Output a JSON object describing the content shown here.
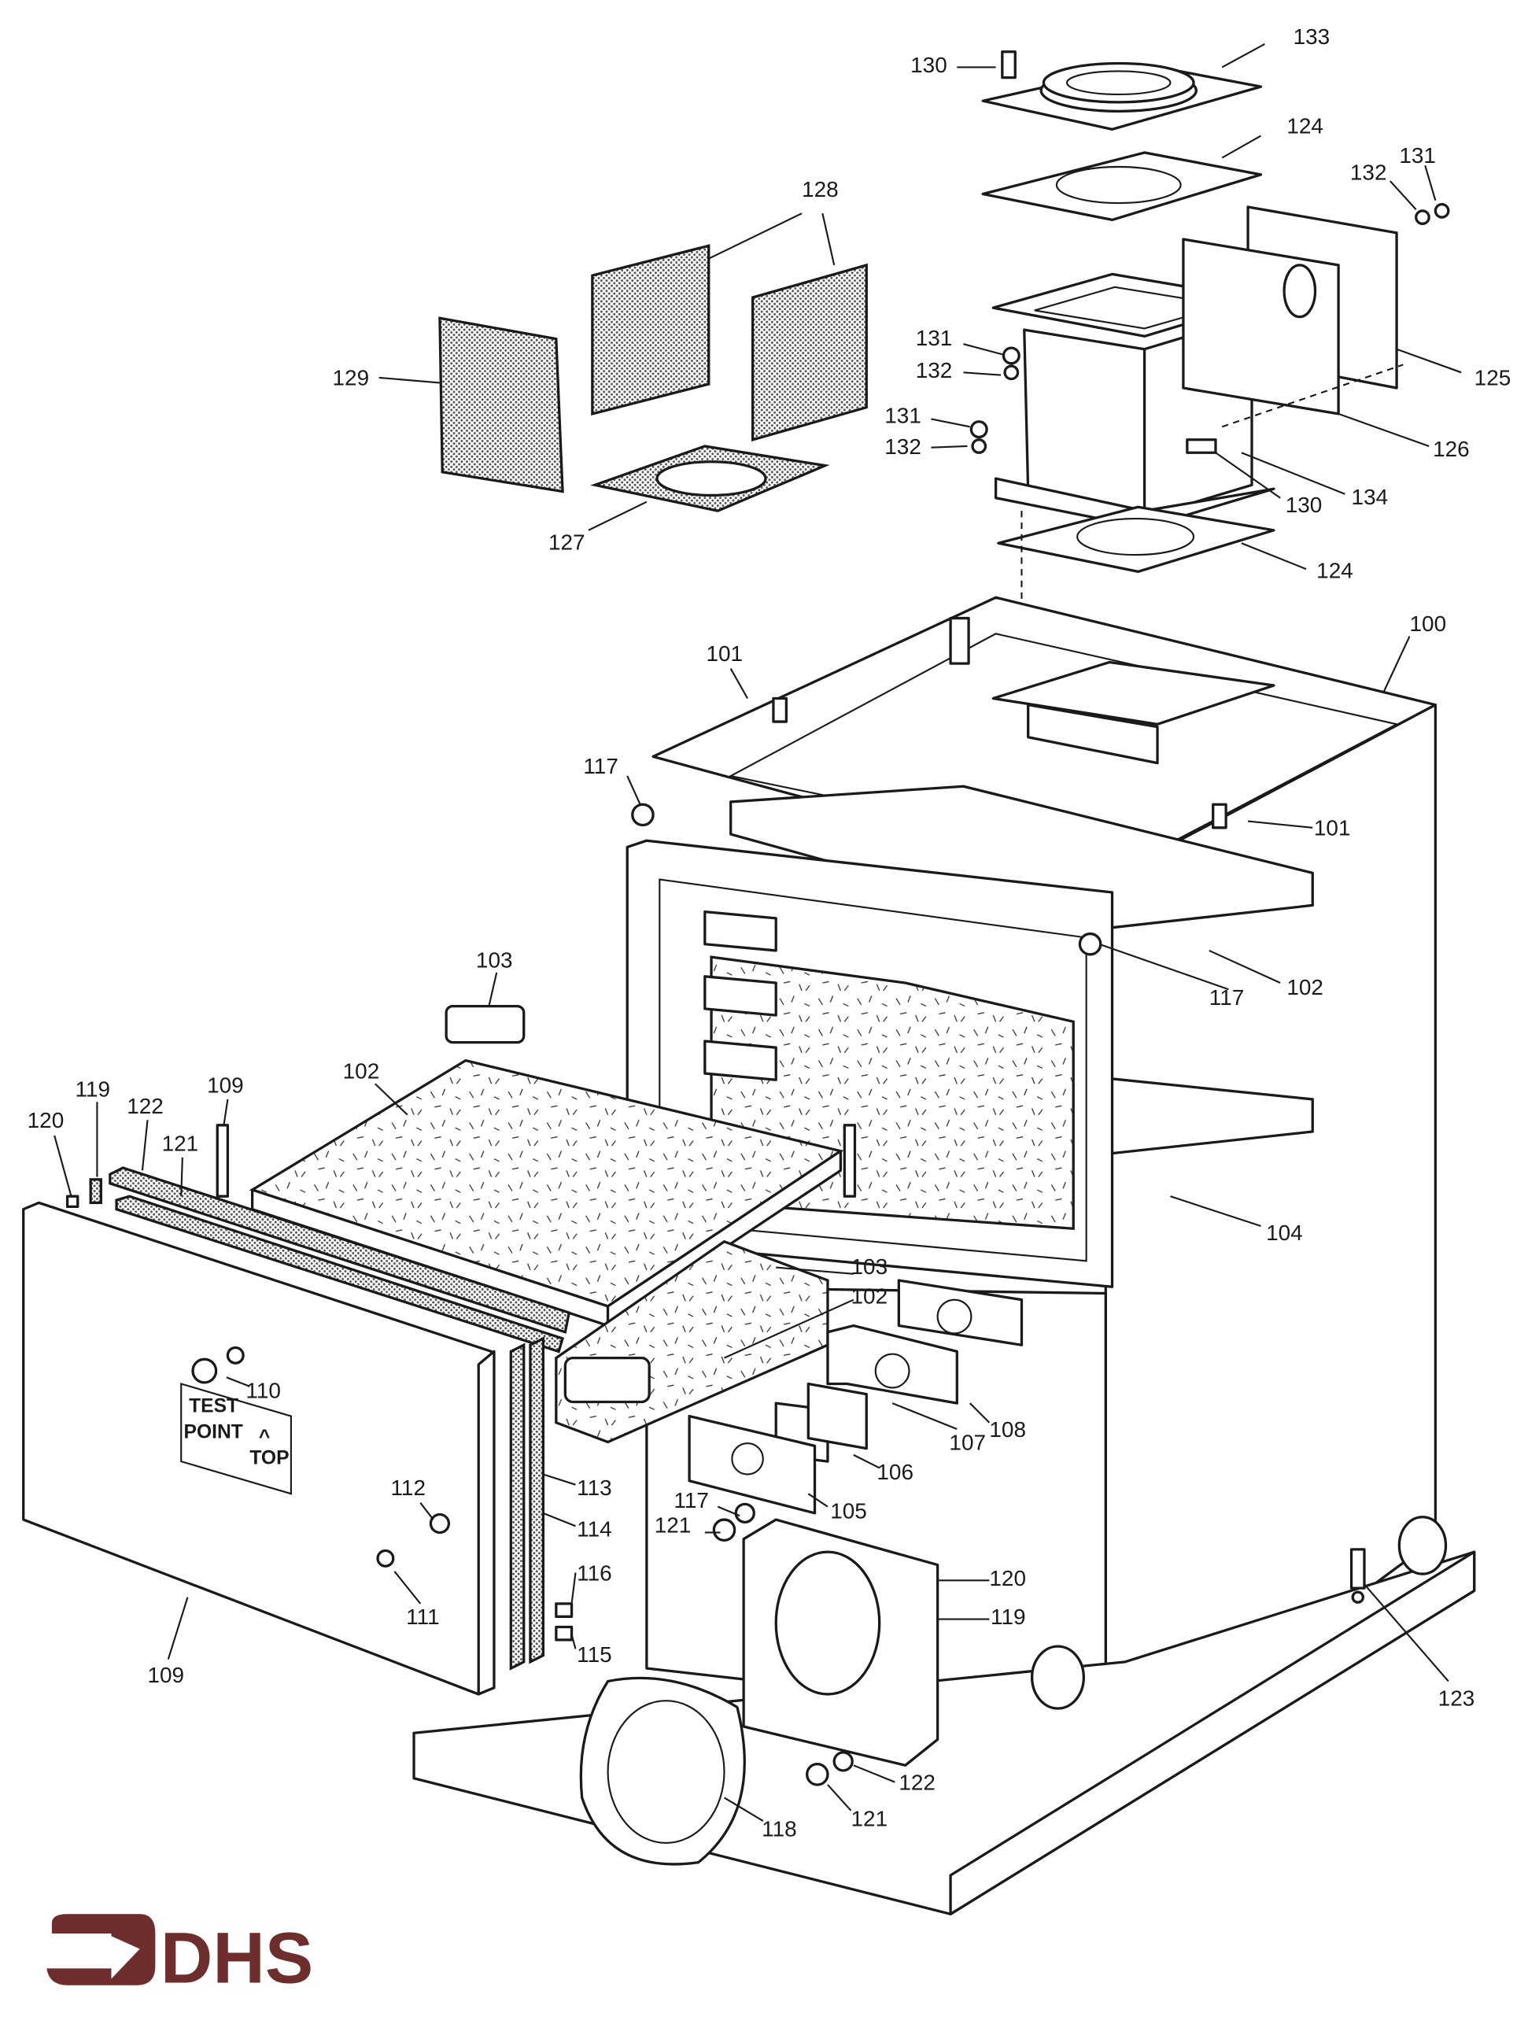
{
  "diagram": {
    "callouts": [
      "133",
      "130",
      "124",
      "131",
      "132",
      "128",
      "129",
      "131",
      "132",
      "125",
      "131",
      "132",
      "126",
      "134",
      "130",
      "127",
      "124",
      "100",
      "101",
      "117",
      "101",
      "103",
      "117",
      "102",
      "109",
      "119",
      "102",
      "122",
      "121",
      "120",
      "104",
      "103",
      "102",
      "110",
      "107",
      "108",
      "106",
      "113",
      "105",
      "117",
      "121",
      "114",
      "112",
      "120",
      "116",
      "119",
      "111",
      "115",
      "123",
      "109",
      "122",
      "118",
      "121"
    ],
    "plate_label": {
      "line1": "TEST",
      "line2": "POINT",
      "arrow": "^",
      "line3": "TOP"
    }
  },
  "logo": {
    "text": "DHS",
    "color": "#6e2e2e"
  },
  "colors": {
    "line": "#1a1a1a",
    "background": "#ffffff"
  }
}
